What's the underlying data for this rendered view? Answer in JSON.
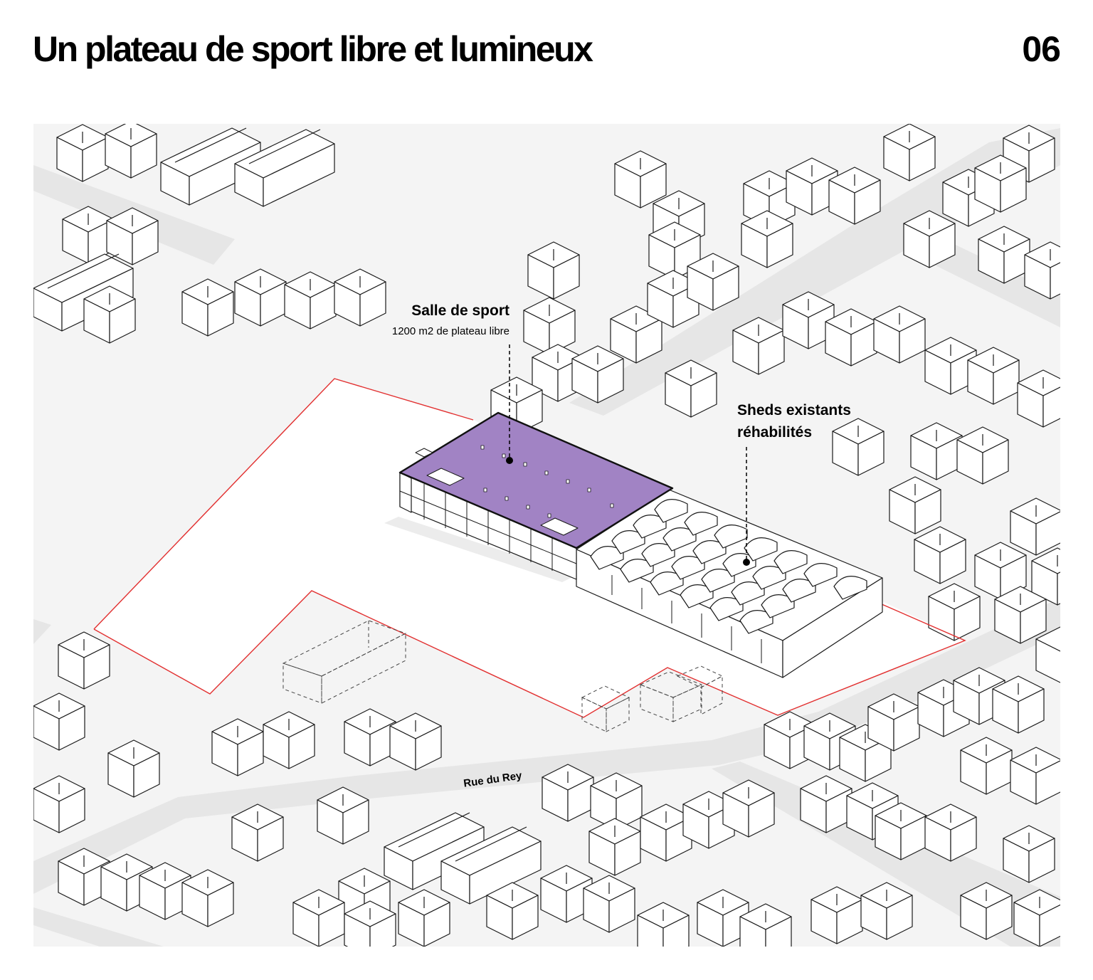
{
  "header": {
    "title": "Un plateau de sport libre et lumineux",
    "page_number": "06"
  },
  "annotations": {
    "gym_title": "Salle de sport",
    "gym_subtitle": "1200 m2 de plateau libre",
    "sheds_line1": "Sheds existants",
    "sheds_line2": "réhabilités"
  },
  "streets": {
    "rue_du_rey": "Rue du Rey"
  },
  "colors": {
    "highlight_roof": "#a183c4",
    "site_boundary": "#e23030",
    "street_fill": "#e6e6e6",
    "map_background": "#f4f4f4"
  }
}
